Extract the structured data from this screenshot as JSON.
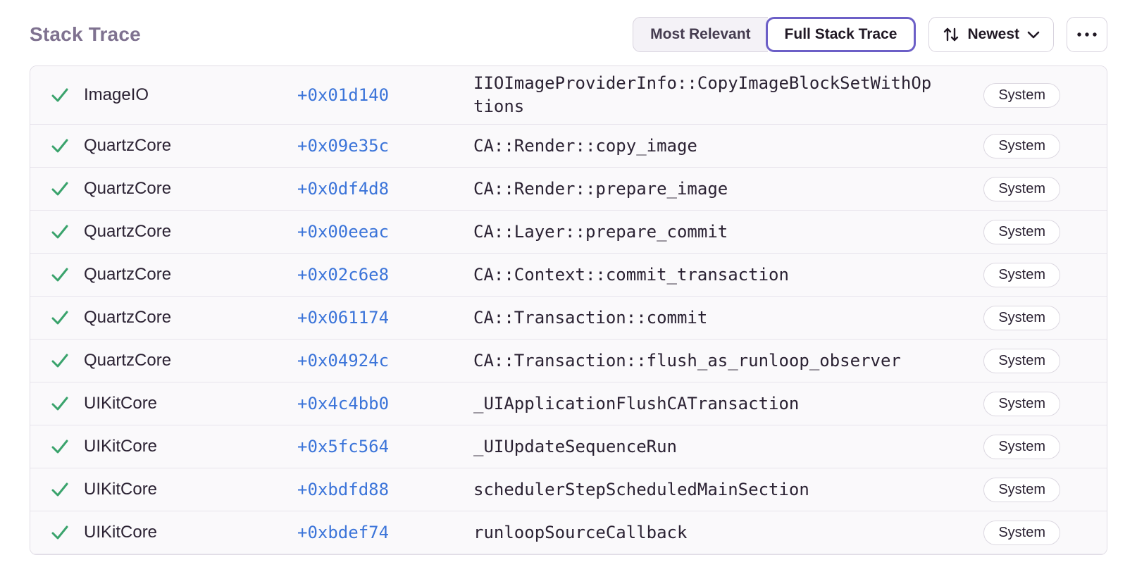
{
  "header": {
    "title": "Stack Trace",
    "display_toggle": {
      "most_relevant_label": "Most Relevant",
      "full_stack_trace_label": "Full Stack Trace",
      "selected": "Full Stack Trace"
    },
    "sort_button": {
      "label": "Newest",
      "icons": [
        "sort-arrows-icon",
        "chevron-down-icon"
      ]
    },
    "more_button": {
      "icon": "ellipsis-icon"
    }
  },
  "frames": [
    {
      "module": "ImageIO",
      "address": "+0x01d140",
      "function": "IIOImageProviderInfo::CopyImageBlockSetWithOptions",
      "badge": "System"
    },
    {
      "module": "QuartzCore",
      "address": "+0x09e35c",
      "function": "CA::Render::copy_image",
      "badge": "System"
    },
    {
      "module": "QuartzCore",
      "address": "+0x0df4d8",
      "function": "CA::Render::prepare_image",
      "badge": "System"
    },
    {
      "module": "QuartzCore",
      "address": "+0x00eeac",
      "function": "CA::Layer::prepare_commit",
      "badge": "System"
    },
    {
      "module": "QuartzCore",
      "address": "+0x02c6e8",
      "function": "CA::Context::commit_transaction",
      "badge": "System"
    },
    {
      "module": "QuartzCore",
      "address": "+0x061174",
      "function": "CA::Transaction::commit",
      "badge": "System"
    },
    {
      "module": "QuartzCore",
      "address": "+0x04924c",
      "function": "CA::Transaction::flush_as_runloop_observer",
      "badge": "System"
    },
    {
      "module": "UIKitCore",
      "address": "+0x4c4bb0",
      "function": "_UIApplicationFlushCATransaction",
      "badge": "System"
    },
    {
      "module": "UIKitCore",
      "address": "+0x5fc564",
      "function": "_UIUpdateSequenceRun",
      "badge": "System"
    },
    {
      "module": "UIKitCore",
      "address": "+0xbdfd88",
      "function": "schedulerStepScheduledMainSection",
      "badge": "System"
    },
    {
      "module": "UIKitCore",
      "address": "+0xbdef74",
      "function": "runloopSourceCallback",
      "badge": "System"
    }
  ],
  "colors": {
    "accent_purple": "#6c5fc7",
    "check_green": "#3aa36c",
    "address_blue": "#3b74d9",
    "title_gray": "#7f7290",
    "text_dark": "#2b2233",
    "row_background": "#faf9fb",
    "border_gray": "#e0dce5"
  }
}
